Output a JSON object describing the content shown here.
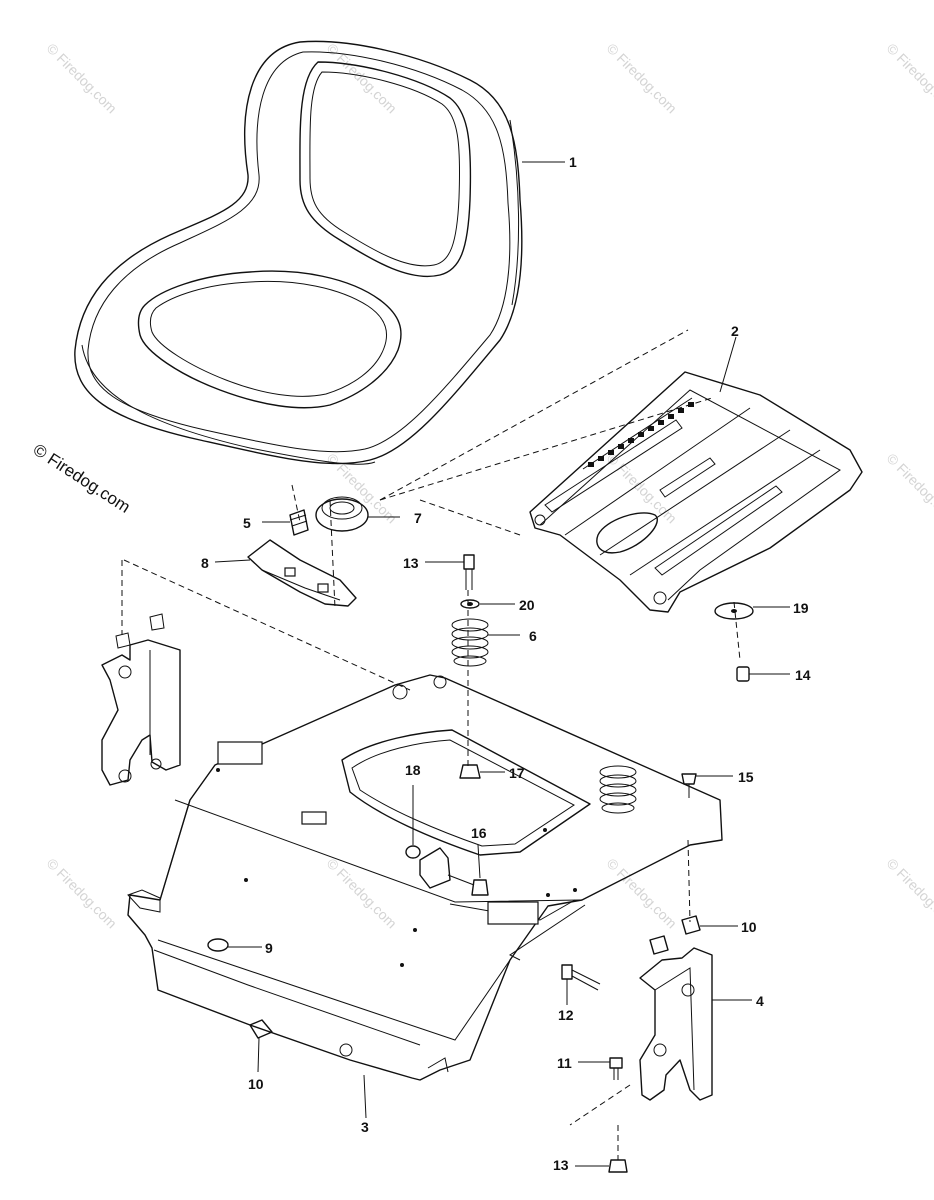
{
  "watermark_text": "© Firedog.com",
  "brand_text": "© Firedog.com",
  "callouts": [
    {
      "id": "1",
      "text": "1"
    },
    {
      "id": "2",
      "text": "2"
    },
    {
      "id": "3",
      "text": "3"
    },
    {
      "id": "4",
      "text": "4"
    },
    {
      "id": "5",
      "text": "5"
    },
    {
      "id": "6",
      "text": "6"
    },
    {
      "id": "7",
      "text": "7"
    },
    {
      "id": "8",
      "text": "8"
    },
    {
      "id": "9",
      "text": "9"
    },
    {
      "id": "10a",
      "text": "10"
    },
    {
      "id": "10b",
      "text": "10"
    },
    {
      "id": "11",
      "text": "11"
    },
    {
      "id": "12",
      "text": "12"
    },
    {
      "id": "13a",
      "text": "13"
    },
    {
      "id": "13b",
      "text": "13"
    },
    {
      "id": "14",
      "text": "14"
    },
    {
      "id": "15",
      "text": "15"
    },
    {
      "id": "16",
      "text": "16"
    },
    {
      "id": "17",
      "text": "17"
    },
    {
      "id": "18",
      "text": "18"
    },
    {
      "id": "19",
      "text": "19"
    },
    {
      "id": "20",
      "text": "20"
    }
  ]
}
